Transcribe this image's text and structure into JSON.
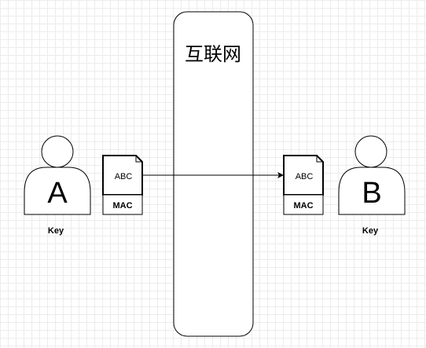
{
  "internet": {
    "label": "互联网"
  },
  "sender": {
    "name": "A",
    "key_label": "Key",
    "message": "ABC",
    "tag": "MAC"
  },
  "receiver": {
    "name": "B",
    "key_label": "Key",
    "message": "ABC",
    "tag": "MAC"
  },
  "colors": {
    "stroke": "#000000",
    "fill": "#ffffff",
    "grid": "#ececec"
  }
}
